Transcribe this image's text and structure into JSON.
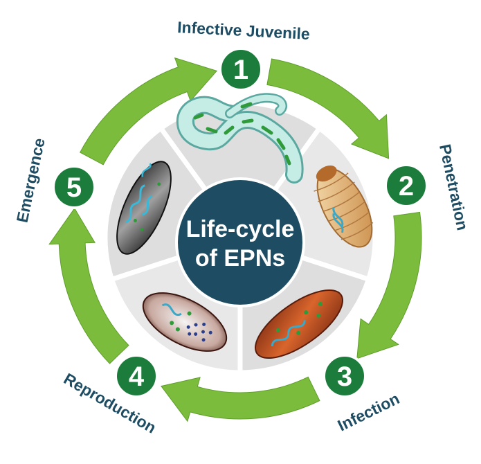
{
  "center": {
    "line1": "Life-cycle",
    "line2": "of EPNs"
  },
  "stages": [
    {
      "number": "1",
      "label": "Infective Juvenile"
    },
    {
      "number": "2",
      "label": "Penetration"
    },
    {
      "number": "3",
      "label": "Infection"
    },
    {
      "number": "4",
      "label": "Reproduction"
    },
    {
      "number": "5",
      "label": "Emergence"
    }
  ],
  "colors": {
    "arrow_green": "#7cbc3c",
    "badge_green": "#1c7c3c",
    "center_navy": "#1e4d63",
    "label_navy": "#1e4d63",
    "panel_gray": "#e6e6e6",
    "nematode_teal": "#a8dcd6"
  }
}
